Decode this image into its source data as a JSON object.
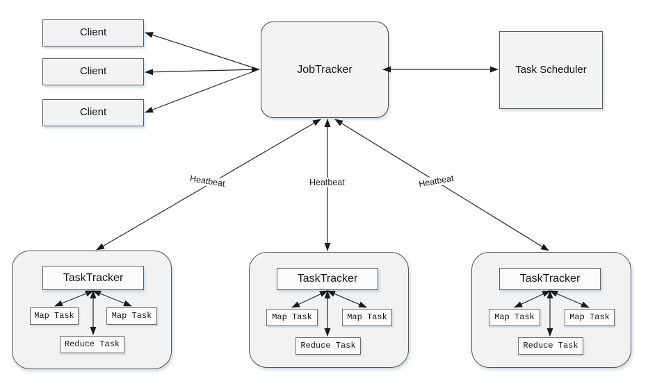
{
  "diagram": {
    "clients": [
      {
        "label": "Client"
      },
      {
        "label": "Client"
      },
      {
        "label": "Client"
      }
    ],
    "job_tracker": {
      "label": "JobTracker"
    },
    "task_scheduler": {
      "label": "Task Scheduler"
    },
    "heartbeats": [
      {
        "label": "Heatbeat"
      },
      {
        "label": "Heatbeat"
      },
      {
        "label": "Heatbeat"
      }
    ],
    "task_trackers": [
      {
        "label": "TaskTracker",
        "map_tasks": [
          "Map Task",
          "Map Task"
        ],
        "reduce_task": "Reduce Task"
      },
      {
        "label": "TaskTracker",
        "map_tasks": [
          "Map Task",
          "Map Task"
        ],
        "reduce_task": "Reduce Task"
      },
      {
        "label": "TaskTracker",
        "map_tasks": [
          "Map Task",
          "Map Task"
        ],
        "reduce_task": "Reduce Task"
      }
    ],
    "colors": {
      "background": "#ffffff",
      "node_fill": "#f3f3f3",
      "inner_fill": "#fbfbfb",
      "node_border": "#5a5a5a",
      "line": "#262626"
    }
  }
}
